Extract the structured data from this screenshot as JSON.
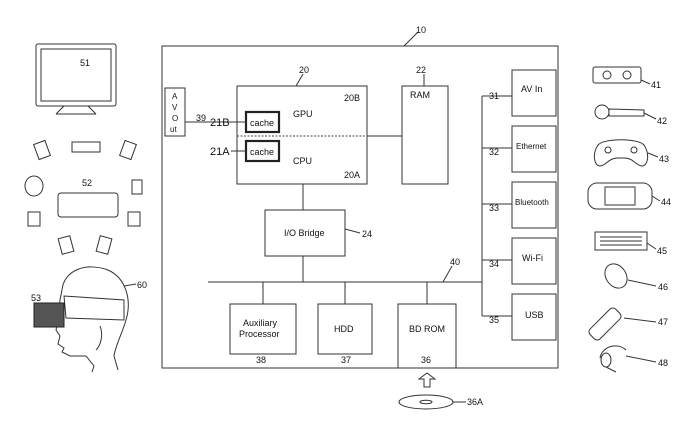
{
  "system": {
    "ref": "10"
  },
  "blocks": {
    "apu": {
      "ref": "20",
      "gpu_label": "GPU",
      "gpu_ref": "20B",
      "cpu_label": "CPU",
      "cpu_ref": "20A"
    },
    "cache_gpu": {
      "label": "cache",
      "ref": "21B"
    },
    "cache_cpu": {
      "label": "cache",
      "ref": "21A"
    },
    "ram": {
      "label": "RAM",
      "ref": "22"
    },
    "av_out": {
      "label_chars": [
        "A",
        "V",
        "O",
        "ut"
      ],
      "ref": "39"
    },
    "io_bridge": {
      "label": "I/O Bridge",
      "ref": "24"
    },
    "bus": {
      "ref": "40"
    },
    "aux": {
      "label_lines": [
        "Auxiliary",
        "Processor"
      ],
      "ref": "38"
    },
    "hdd": {
      "label": "HDD",
      "ref": "37"
    },
    "bdrom": {
      "label": "BD ROM",
      "ref": "36"
    },
    "av_in": {
      "label": "AV In",
      "ref": "31"
    },
    "ethernet": {
      "label": "Ethernet",
      "ref": "32"
    },
    "bluetooth": {
      "label": "Bluetooth",
      "ref": "33"
    },
    "wifi": {
      "label": "Wi-Fi",
      "ref": "34"
    },
    "usb": {
      "label": "USB",
      "ref": "35"
    }
  },
  "disc": {
    "ref": "36A"
  },
  "left_devices": {
    "tv": "51",
    "speakers": "52",
    "hmd_visor": "53",
    "user": "60"
  },
  "right_devices": [
    "41",
    "42",
    "43",
    "44",
    "45",
    "46",
    "47",
    "48"
  ]
}
